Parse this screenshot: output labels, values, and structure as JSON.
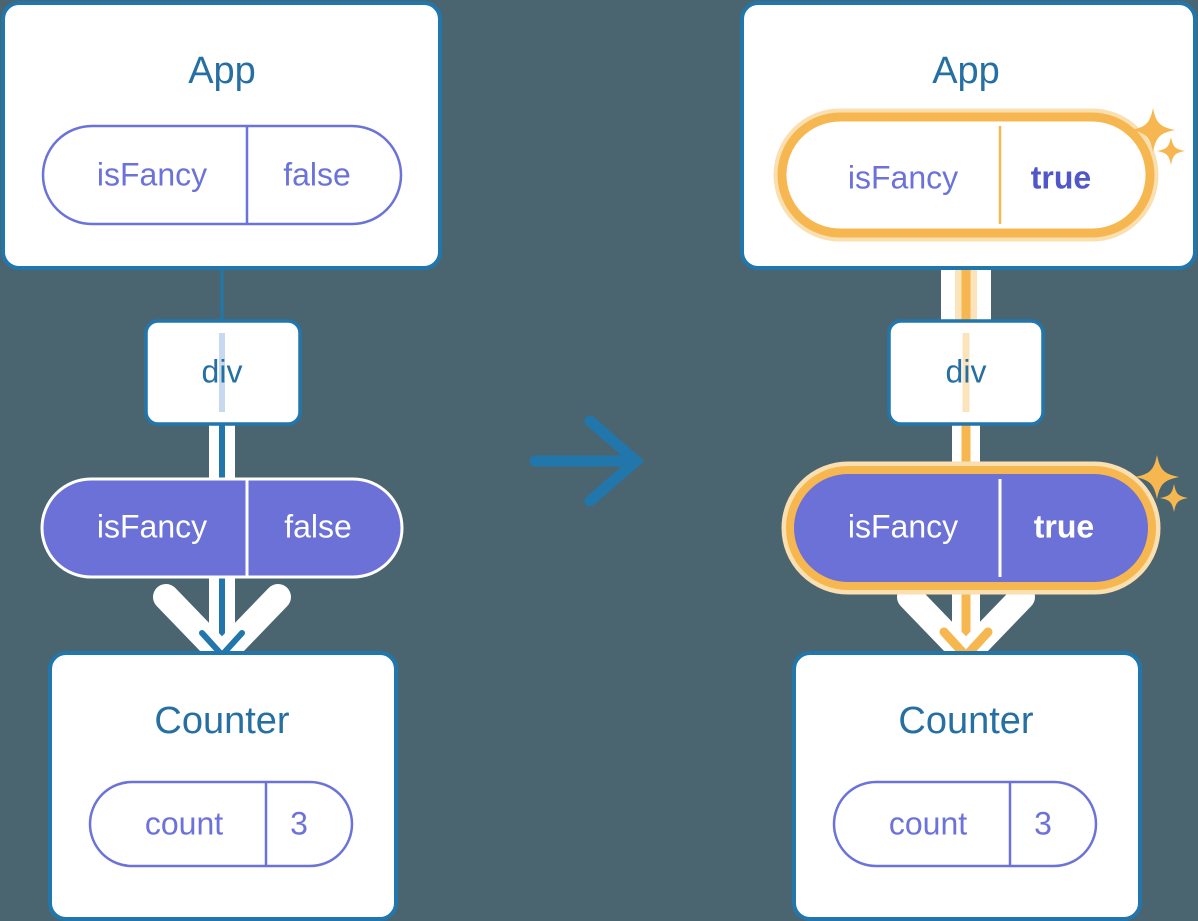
{
  "theme": {
    "background": "#4a6570",
    "card_fill": "#ffffff",
    "card_border": "#2176ac",
    "title_text": "#256fa3",
    "pill_outline_stroke": "#6b72d9",
    "pill_outline_text": "#6b72d9",
    "pill_filled_fill": "#6b71d6",
    "pill_filled_text": "#ffffff",
    "highlight_ring": "#f7b750",
    "highlight_glow": "#fadfb0",
    "wire_blue": "#2176ac",
    "wire_light_blue": "#c6d9ee",
    "wire_light_orange": "#fbe3bb",
    "transition_arrow": "#2176ac",
    "sparkle": "#f7b750"
  },
  "left_panel": {
    "label": "before-state",
    "app_card": {
      "title": "App",
      "pill": {
        "style": "outline",
        "key": "isFancy",
        "value": "false",
        "highlighted": false
      }
    },
    "div_node": {
      "label": "div"
    },
    "prop_pill": {
      "style": "filled",
      "key": "isFancy",
      "value": "false",
      "highlighted": false
    },
    "counter_card": {
      "title": "Counter",
      "pill": {
        "style": "outline",
        "key": "count",
        "value": "3",
        "highlighted": false
      }
    },
    "arrow_color": "#2176ac"
  },
  "transition": {
    "icon": "arrow-right-icon",
    "direction": "right"
  },
  "right_panel": {
    "label": "after-state",
    "app_card": {
      "title": "App",
      "pill": {
        "style": "outline",
        "key": "isFancy",
        "value": "true",
        "highlighted": true
      }
    },
    "div_node": {
      "label": "div"
    },
    "prop_pill": {
      "style": "filled",
      "key": "isFancy",
      "value": "true",
      "highlighted": true
    },
    "counter_card": {
      "title": "Counter",
      "pill": {
        "style": "outline",
        "key": "count",
        "value": "3",
        "highlighted": true
      }
    },
    "arrow_color": "#f7b750",
    "sparkles": [
      {
        "name": "sparkle-top-large"
      },
      {
        "name": "sparkle-top-small"
      },
      {
        "name": "sparkle-bottom-large"
      },
      {
        "name": "sparkle-bottom-small"
      }
    ]
  }
}
